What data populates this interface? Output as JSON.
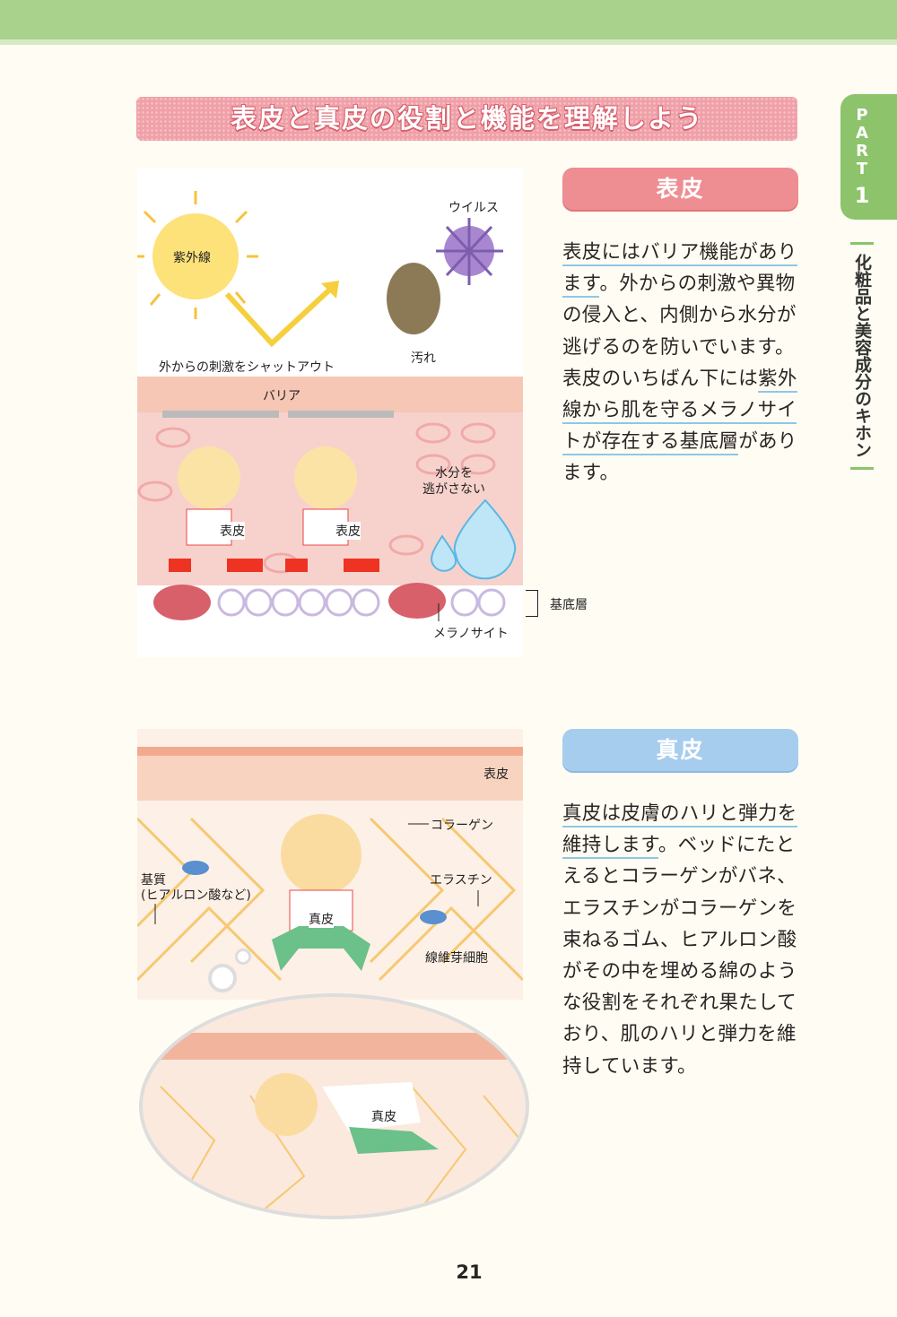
{
  "banner_title": "表皮と真皮の役割と機能を理解しよう",
  "part_tab": {
    "label": "PART",
    "number": "1"
  },
  "side_title": "化粧品と美容成分のキホン",
  "epidermis": {
    "heading": "表皮",
    "paragraph_lines": [
      [
        {
          "t": "表皮にはバリア機能があり",
          "u": true
        }
      ],
      [
        {
          "t": "ます",
          "u": true
        },
        {
          "t": "。外からの刺激や異物",
          "u": false
        }
      ],
      [
        {
          "t": "の侵入と、内側から水分が",
          "u": false
        }
      ],
      [
        {
          "t": "逃げるのを防いでいます。",
          "u": false
        }
      ],
      [
        {
          "t": "表皮のいちばん下には",
          "u": false
        },
        {
          "t": "紫外",
          "u": true
        }
      ],
      [
        {
          "t": "線から肌を守るメラノサイ",
          "u": true
        }
      ],
      [
        {
          "t": "トが存在する基底層",
          "u": true
        },
        {
          "t": "があり",
          "u": false
        }
      ],
      [
        {
          "t": "ます。",
          "u": false
        }
      ]
    ],
    "illustration": {
      "uv": "紫外線",
      "virus": "ウイルス",
      "dirt": "汚れ",
      "shutout": "外からの刺激をシャットアウト",
      "barrier": "バリア",
      "char1": "表皮",
      "char2": "表皮",
      "water": "水分を\n逃がさない",
      "basal": "基底層",
      "melanocyte": "メラノサイト"
    }
  },
  "dermis": {
    "heading": "真皮",
    "paragraph_lines": [
      [
        {
          "t": "真皮は皮膚のハリと弾力を",
          "u": true
        }
      ],
      [
        {
          "t": "維持します",
          "u": true
        },
        {
          "t": "。ベッドにたと",
          "u": false
        }
      ],
      [
        {
          "t": "えるとコラーゲンがバネ、",
          "u": false
        }
      ],
      [
        {
          "t": "エラスチンがコラーゲンを",
          "u": false
        }
      ],
      [
        {
          "t": "束ねるゴム、ヒアルロン酸",
          "u": false
        }
      ],
      [
        {
          "t": "がその中を埋める綿のよう",
          "u": false
        }
      ],
      [
        {
          "t": "な役割をそれぞれ果たして",
          "u": false
        }
      ],
      [
        {
          "t": "おり、肌のハリと弾力を維",
          "u": false
        }
      ],
      [
        {
          "t": "持しています。",
          "u": false
        }
      ]
    ],
    "illustration": {
      "epidermis": "表皮",
      "collagen": "コラーゲン",
      "elastin": "エラスチン",
      "matrix_line1": "基質",
      "matrix_line2": "(ヒアルロン酸など)",
      "char": "真皮",
      "fibroblast": "線維芽細胞",
      "char_tired": "真皮"
    }
  },
  "page_number": "21"
}
